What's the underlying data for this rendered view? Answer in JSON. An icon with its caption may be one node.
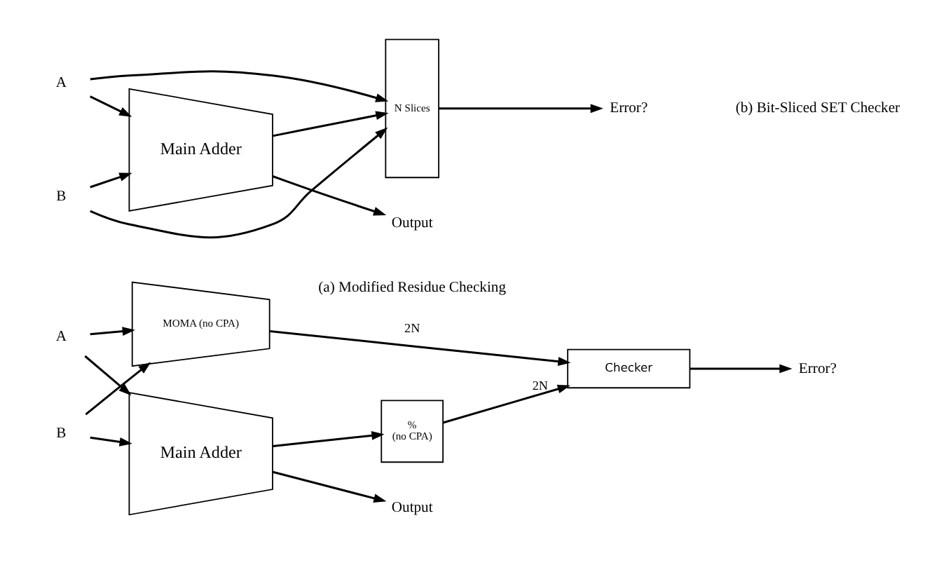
{
  "diagram": {
    "nodes": [
      {
        "text": [
          "A"
        ]
      },
      {
        "text": [
          "B"
        ]
      },
      {
        "text": [
          "Main Adder"
        ]
      },
      {
        "text": [
          "Output"
        ]
      },
      {
        "text": [
          "%",
          "(no CPA)"
        ]
      },
      {
        "text": [
          "Checker"
        ]
      },
      {
        "text": [
          "Error?"
        ]
      },
      {
        "text": [
          "MOMA (no CPA)"
        ]
      },
      {
        "text": [
          "A"
        ]
      },
      {
        "text": [
          "B"
        ]
      },
      {
        "text": [
          "Main Adder"
        ]
      },
      {
        "text": [
          "Output"
        ]
      },
      {
        "text": [
          "N Slices"
        ]
      },
      {
        "text": [
          "Error?"
        ]
      }
    ],
    "edges": [
      {
        "from": 0,
        "to": 2,
        "arrow": "to"
      },
      {
        "from": 0,
        "to": 7,
        "arrow": "to"
      },
      {
        "from": 1,
        "to": 2,
        "arrow": "to"
      },
      {
        "from": 1,
        "to": 7,
        "arrow": "to"
      },
      {
        "from": 2,
        "to": 3,
        "arrow": "to"
      },
      {
        "from": 2,
        "to": 4,
        "arrow": "to"
      },
      {
        "from": 4,
        "to": 5,
        "arrow": "to",
        "label": "2N"
      },
      {
        "from": 7,
        "to": 5,
        "arrow": "to",
        "label": "2N"
      },
      {
        "from": 5,
        "to": 6,
        "arrow": "to"
      },
      {
        "from": 8,
        "to": 10,
        "arrow": "to"
      },
      {
        "from": 8,
        "to": 12,
        "arrow": "to"
      },
      {
        "from": 9,
        "to": 10,
        "arrow": "to"
      },
      {
        "from": 9,
        "to": 12,
        "arrow": "to"
      },
      {
        "from": 10,
        "to": 11,
        "arrow": "to"
      },
      {
        "from": 10,
        "to": 12,
        "arrow": "to"
      },
      {
        "from": 12,
        "to": 13,
        "arrow": "to"
      }
    ],
    "labels": [
      "(a) Modified Residue Checking",
      "(b) Bit-Sliced SET Checker"
    ]
  }
}
